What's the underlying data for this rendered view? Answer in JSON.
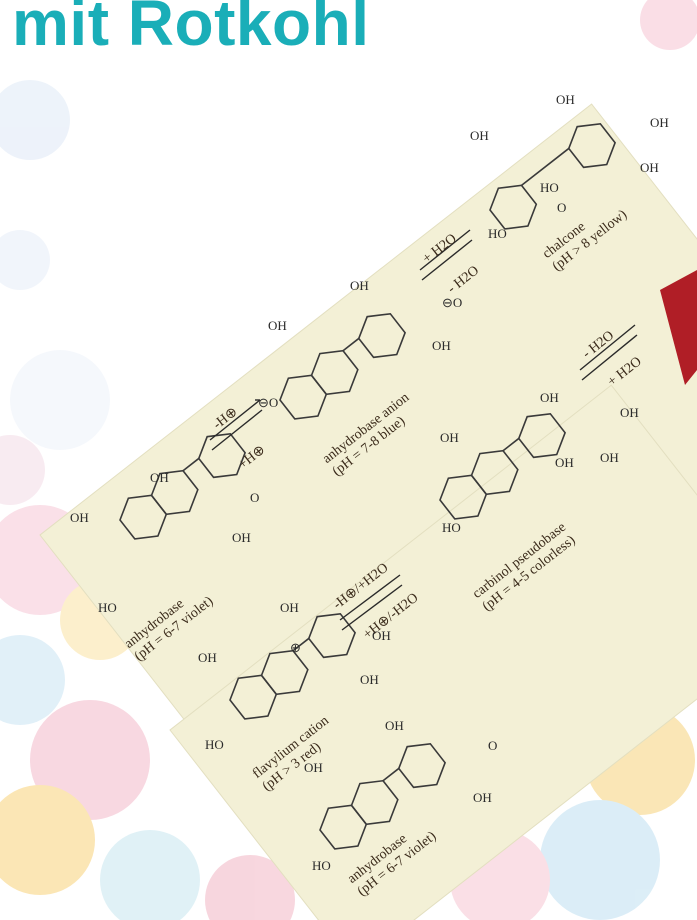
{
  "title": "mit Rotkohl",
  "colors": {
    "title": "#1aaeb8",
    "card": "#f3f0d6",
    "ink": "#3a2a1a"
  },
  "species": {
    "chalcone": {
      "name": "chalcone",
      "ph": "(pH > 8 yellow)"
    },
    "anhydrobase_anion": {
      "name": "anhydrobase anion",
      "ph": "(pH = 7-8 blue)"
    },
    "anhydrobase_top": {
      "name": "anhydrobase",
      "ph": "(pH = 6-7 violet)"
    },
    "carbinol": {
      "name": "carbinol pseudobase",
      "ph": "(pH = 4-5 colorless)"
    },
    "flavylium": {
      "name": "flavylium cation",
      "ph": "(pH > 3 red)"
    },
    "anhydrobase_bottom": {
      "name": "anhydrobase",
      "ph": "(pH = 6-7 violet)"
    }
  },
  "arrows": {
    "a1_top": "-H⊕",
    "a1_bottom": "+H⊕",
    "a2_top": "+ H2O",
    "a2_bottom": "- H2O",
    "a3_top": "-H⊕/+H2O",
    "a3_bottom": "+H⊕/-H2O",
    "a4_top": "- H2O",
    "a4_bottom": "+ H2O"
  },
  "groups": {
    "oh": "OH",
    "ho": "HO",
    "o": "O",
    "o_ring": "O",
    "o_minus": "⊖O",
    "plus": "⊕"
  }
}
